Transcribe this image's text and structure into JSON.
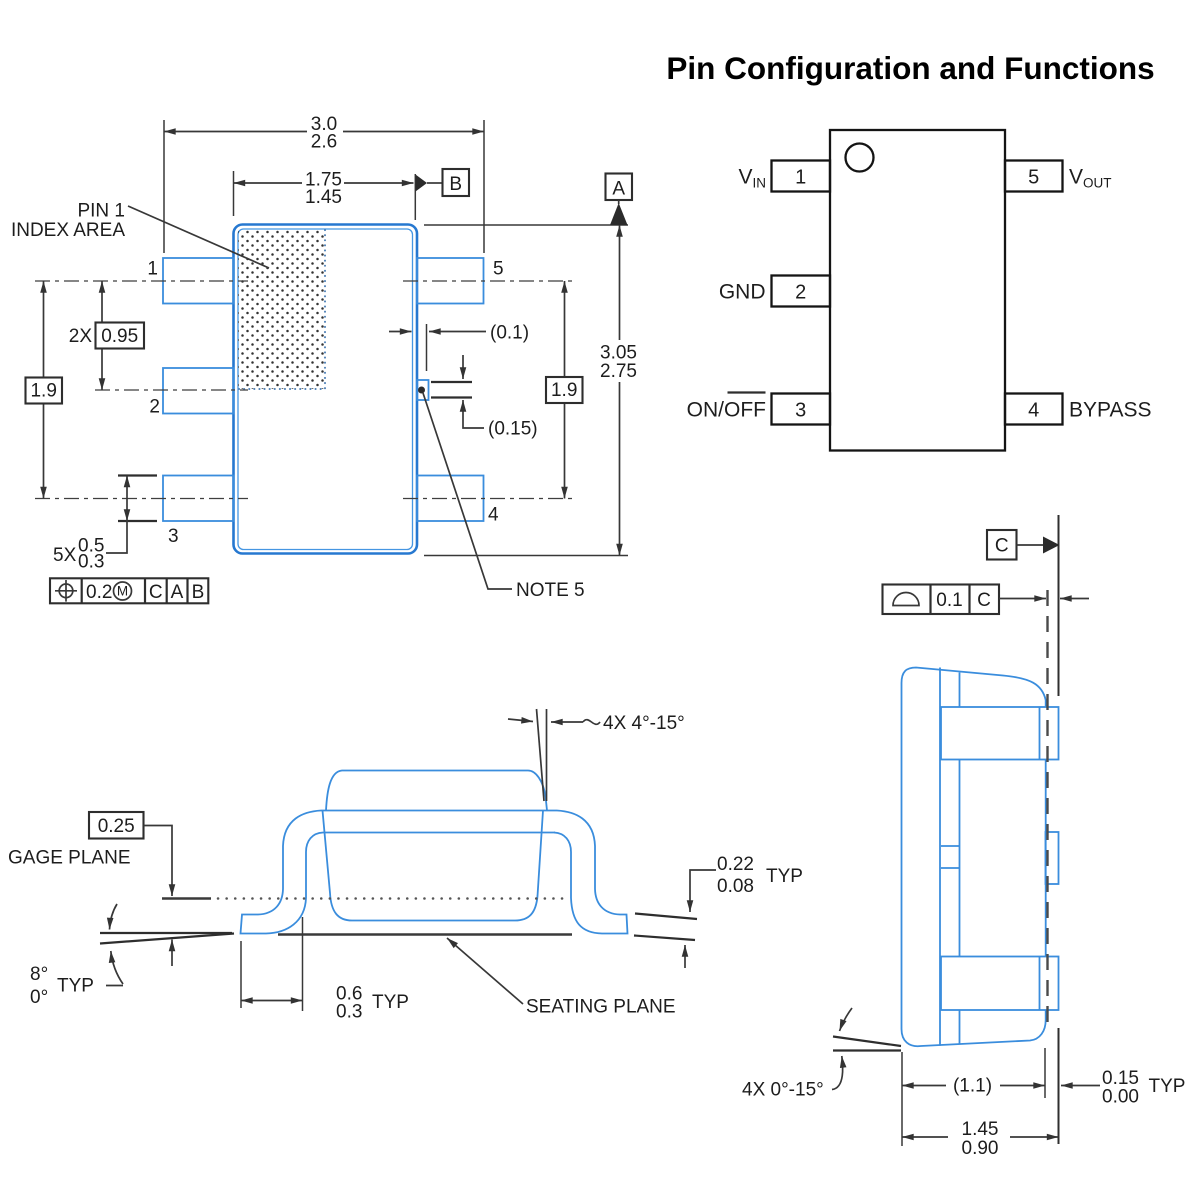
{
  "title": "Pin Configuration and Functions",
  "pin_diagram": {
    "pins": [
      {
        "number": "1",
        "label_main": "V",
        "label_sub": "IN"
      },
      {
        "number": "2",
        "label": "GND"
      },
      {
        "number": "3",
        "label_pre": "ON/",
        "label_over": "OFF"
      },
      {
        "number": "4",
        "label": "BYPASS"
      },
      {
        "number": "5",
        "label_main": "V",
        "label_sub": "OUT"
      }
    ]
  },
  "top_view": {
    "pin_numbers": [
      "1",
      "2",
      "3",
      "4",
      "5"
    ],
    "dim_lead_span_max": "3.0",
    "dim_lead_span_min": "2.6",
    "dim_body_width_max": "1.75",
    "dim_body_width_min": "1.45",
    "pitch_qty": "2X",
    "pitch_value": "0.95",
    "dim_pin_span_left": "1.9",
    "dim_pin_span_right": "1.9",
    "dim_body_length_max": "3.05",
    "dim_body_length_min": "2.75",
    "lead_width_qty": "5X",
    "lead_width_max": "0.5",
    "lead_width_min": "0.3",
    "dim_protrusion_width": "(0.1)",
    "dim_protrusion_offset": "(0.15)",
    "index_label_line1": "PIN 1",
    "index_label_line2": "INDEX AREA",
    "note_label": "NOTE 5",
    "datum_a": "A",
    "datum_b": "B",
    "fcf_tolerance": "0.2",
    "fcf_modifier": "M",
    "fcf_datum_1": "C",
    "fcf_datum_2": "A",
    "fcf_datum_3": "B"
  },
  "side_view": {
    "lead_angle": "4X 4°-15°",
    "gage_offset": "0.25",
    "gage_label": "GAGE PLANE",
    "seating_label": "SEATING PLANE",
    "foot_angle_max": "8°",
    "foot_angle_min": "0°",
    "foot_angle_suffix": "TYP",
    "foot_len_max": "0.6",
    "foot_len_min": "0.3",
    "foot_len_suffix": "TYP",
    "thickness_max": "0.22",
    "thickness_min": "0.08",
    "thickness_suffix": "TYP"
  },
  "end_view": {
    "datum_c": "C",
    "fcf_tolerance": "0.1",
    "fcf_datum": "C",
    "dim_body_thickness": "(1.1)",
    "standoff_max": "0.15",
    "standoff_min": "0.00",
    "standoff_suffix": "TYP",
    "dim_height_max": "1.45",
    "dim_height_min": "0.90",
    "base_angle": "4X 0°-15°"
  }
}
